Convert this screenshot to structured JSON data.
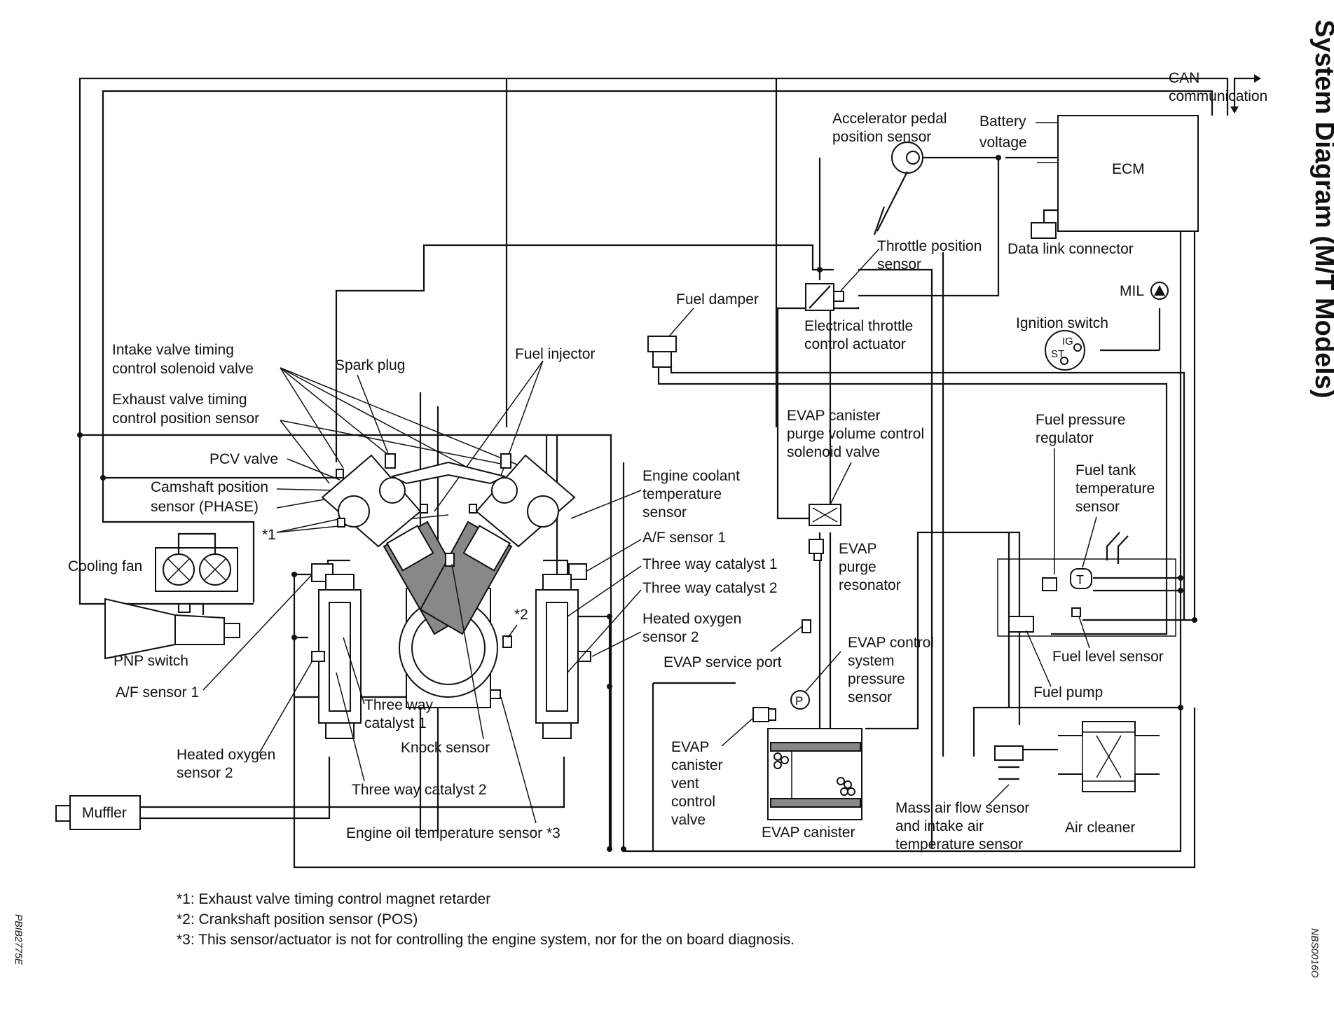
{
  "title": "System Diagram (M/T Models)",
  "page_code_left": "PBIB2775E",
  "page_code_right": "NBS0016O",
  "labels": {
    "can": "CAN",
    "communication": "communication",
    "ecm": "ECM",
    "accel_1": "Accelerator pedal",
    "accel_2": "position sensor",
    "battery_1": "Battery",
    "battery_2": "voltage",
    "dlc": "Data link connector",
    "throttle_pos_1": "Throttle position",
    "throttle_pos_2": "sensor",
    "mil": "MIL",
    "fuel_damper": "Fuel damper",
    "etc_1": "Electrical throttle",
    "etc_2": "control actuator",
    "ign_switch": "Ignition switch",
    "ign_ig": "IG",
    "ign_st": "ST",
    "ivt_1": "Intake valve timing",
    "ivt_2": "control solenoid valve",
    "spark_plug": "Spark plug",
    "fuel_injector": "Fuel injector",
    "evt_1": "Exhaust valve timing",
    "evt_2": "control position sensor",
    "evap_purge_1": "EVAP canister",
    "evap_purge_2": "purge volume control",
    "evap_purge_3": "solenoid valve",
    "fpr_1": "Fuel pressure",
    "fpr_2": "regulator",
    "pcv": "PCV valve",
    "ect_1": "Engine coolant",
    "ect_2": "temperature",
    "ect_3": "sensor",
    "ftt_1": "Fuel tank",
    "ftt_2": "temperature",
    "ftt_3": "sensor",
    "cam_1": "Camshaft position",
    "cam_2": "sensor (PHASE)",
    "star1": "*1",
    "af_right": "A/F sensor 1",
    "evap_res_1": "EVAP",
    "evap_res_2": "purge",
    "evap_res_3": "resonator",
    "cooling_fan": "Cooling fan",
    "twc1_right": "Three way catalyst 1",
    "twc2_right": "Three way catalyst 2",
    "star2": "*2",
    "ho2_right_1": "Heated oxygen",
    "ho2_right_2": "sensor 2",
    "evap_sp": "EVAP service port",
    "evap_ctrl_1": "EVAP control",
    "evap_ctrl_2": "system",
    "evap_ctrl_3": "pressure",
    "evap_ctrl_4": "sensor",
    "fuel_level": "Fuel level sensor",
    "pnp": "PNP switch",
    "fuel_pump": "Fuel pump",
    "af_left": "A/F sensor 1",
    "twc1_mid_1": "Three way",
    "twc1_mid_2": "catalyst 1",
    "knock": "Knock sensor",
    "evap_vent_1": "EVAP",
    "evap_vent_2": "canister",
    "evap_vent_3": "vent",
    "evap_vent_4": "control",
    "evap_vent_5": "valve",
    "ho2_left_1": "Heated oxygen",
    "ho2_left_2": "sensor 2",
    "twc2_bottom": "Three way catalyst 2",
    "maf_1": "Mass air flow sensor",
    "maf_2": "and intake air",
    "maf_3": "temperature sensor",
    "air_cleaner": "Air cleaner",
    "muffler": "Muffler",
    "eot": "Engine oil temperature sensor *3",
    "evap_canister": "EVAP canister",
    "fuel_pump_p": "P",
    "fuel_tank_t": "T"
  },
  "footnotes": {
    "n1": "*1: Exhaust valve timing control magnet retarder",
    "n2": "*2: Crankshaft position sensor (POS)",
    "n3": "*3: This sensor/actuator is not for controlling the engine system, nor for the on board diagnosis."
  }
}
